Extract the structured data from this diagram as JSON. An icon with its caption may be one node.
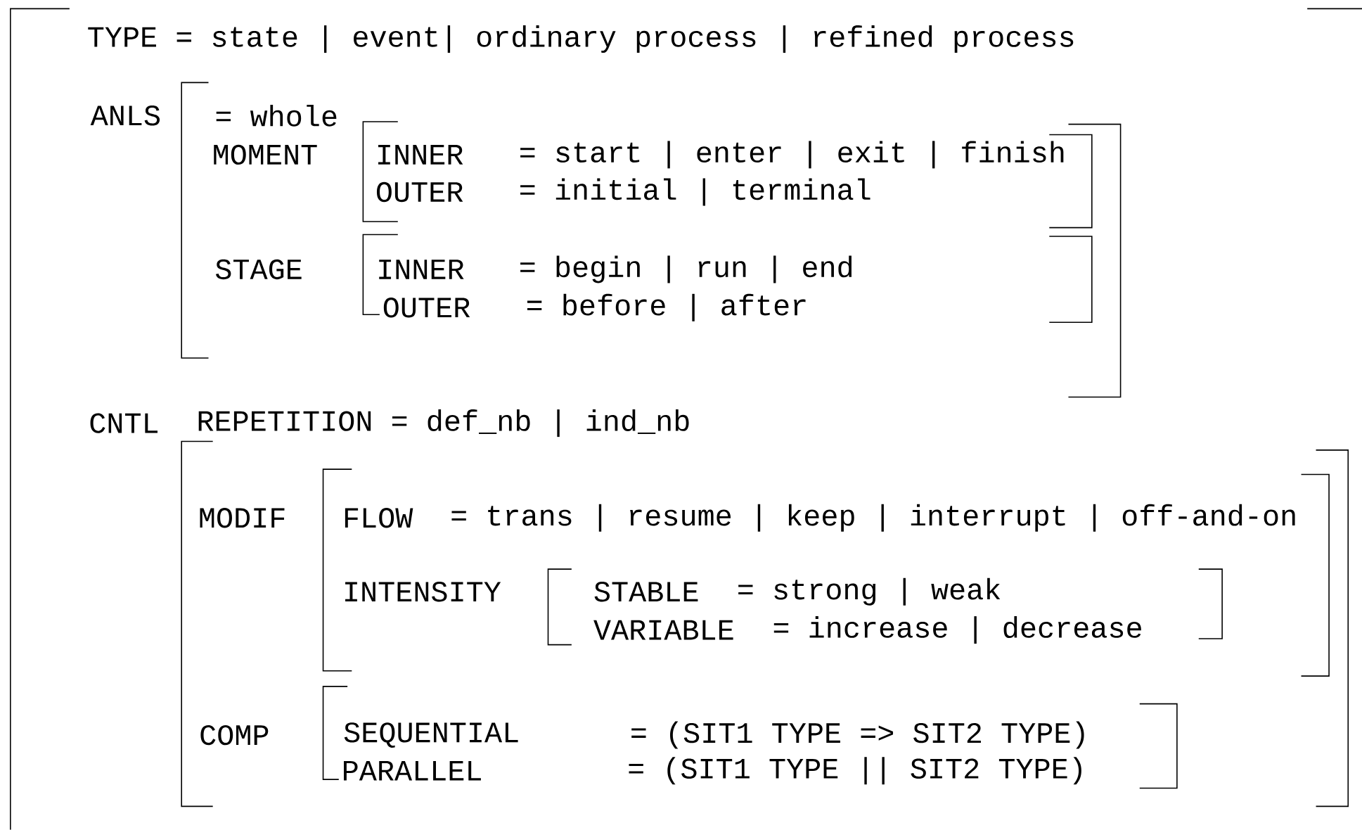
{
  "diagram": {
    "labels": [
      "TYPE = state | event| ordinary process | refined process",
      "ANLS",
      "= whole",
      "MOMENT",
      "INNER",
      "= start | enter | exit | finish",
      "OUTER",
      "= initial | terminal",
      "STAGE",
      "INNER",
      "= begin | run | end",
      "OUTER",
      "= before | after",
      "CNTL",
      "REPETITION = def_nb | ind_nb",
      "MODIF",
      "FLOW",
      "= trans | resume | keep | interrupt | off-and-on",
      "INTENSITY",
      "STABLE",
      "= strong | weak",
      "VARIABLE",
      "= increase | decrease",
      "COMP",
      "SEQUENTIAL",
      "= (SIT1 TYPE => SIT2 TYPE)",
      "PARALLEL",
      "= (SIT1 TYPE || SIT2 TYPE)"
    ]
  }
}
